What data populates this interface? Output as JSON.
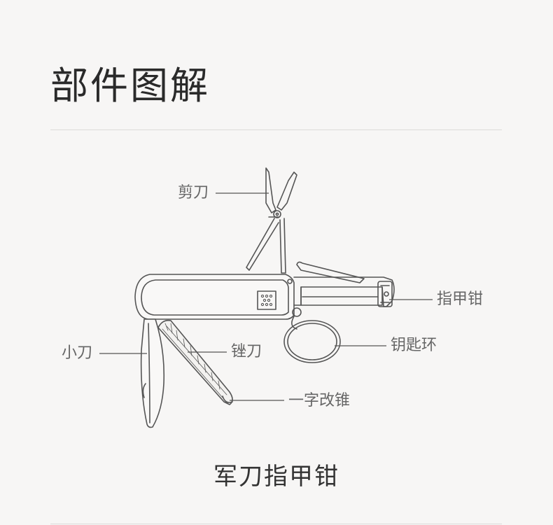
{
  "header": {
    "title": "部件图解"
  },
  "diagram": {
    "labels": {
      "scissors": "剪刀",
      "nail_clipper": "指甲钳",
      "key_ring": "钥匙环",
      "knife": "小刀",
      "file": "锉刀",
      "screwdriver": "一字改锥"
    },
    "caption": "军刀指甲钳"
  },
  "colors": {
    "background": "#f7f6f5",
    "line": "#555555",
    "text": "#666666"
  }
}
